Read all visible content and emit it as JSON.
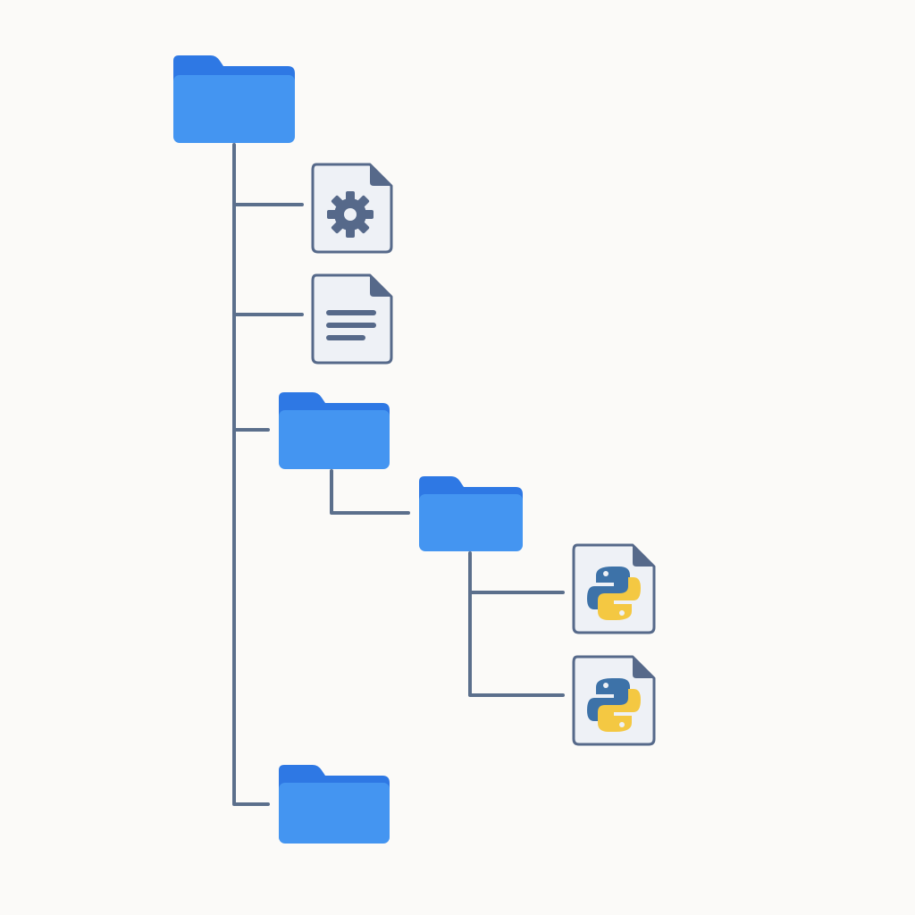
{
  "colors": {
    "background": "#fbfaf8",
    "connector": "#5b6f8c",
    "folder_front": "#4495f1",
    "folder_back": "#2e78e4",
    "file_fill": "#eef1f6",
    "file_stroke": "#56698a",
    "python_blue": "#3d72a8",
    "python_yellow": "#f4c842"
  },
  "tree": {
    "root": {
      "kind": "folder",
      "icon": "folder-icon"
    },
    "children": [
      {
        "kind": "file",
        "icon": "settings-file-icon",
        "glyph": "gear-icon"
      },
      {
        "kind": "file",
        "icon": "text-file-icon",
        "glyph": "text-lines-icon"
      },
      {
        "kind": "folder",
        "icon": "folder-icon",
        "children": [
          {
            "kind": "folder",
            "icon": "folder-icon",
            "children": [
              {
                "kind": "file",
                "icon": "python-file-icon",
                "glyph": "python-logo-icon"
              },
              {
                "kind": "file",
                "icon": "python-file-icon",
                "glyph": "python-logo-icon"
              }
            ]
          }
        ]
      },
      {
        "kind": "folder",
        "icon": "folder-icon"
      }
    ]
  }
}
